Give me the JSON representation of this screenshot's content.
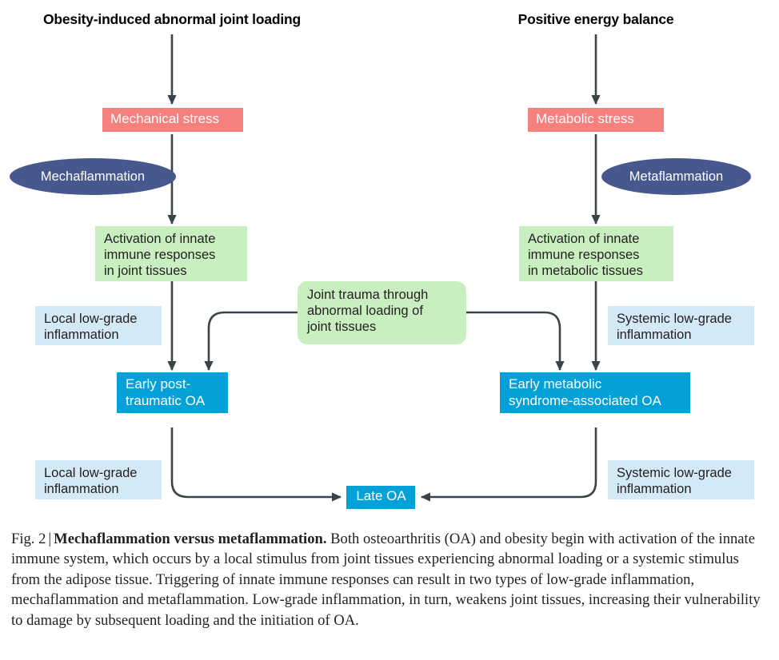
{
  "figure": {
    "headings": [
      {
        "id": "left-heading",
        "text": "Obesity-induced abnormal joint loading"
      },
      {
        "id": "right-heading",
        "text": "Positive energy balance"
      }
    ],
    "stress_boxes": [
      {
        "id": "mechanical-stress",
        "text": "Mechanical stress",
        "color": "#f4817e"
      },
      {
        "id": "metabolic-stress",
        "text": "Metabolic stress",
        "color": "#f4817e"
      }
    ],
    "ellipses": [
      {
        "id": "mechaflammation",
        "text": "Mechaflammation",
        "color": "#47588f"
      },
      {
        "id": "metaflammation",
        "text": "Metaflammation",
        "color": "#47588f"
      }
    ],
    "activation_boxes": [
      {
        "id": "activation-joint",
        "text": "Activation of innate\nimmune responses\nin joint tissues",
        "color": "#c9efc1"
      },
      {
        "id": "activation-metabolic",
        "text": "Activation of innate\nimmune responses\nin metabolic tissues",
        "color": "#c9efc1"
      }
    ],
    "trauma_box": {
      "id": "joint-trauma",
      "text": "Joint trauma through\nabnormal  loading of\njoint tissues",
      "color": "#c9efc1"
    },
    "inflammation_boxes": [
      {
        "id": "local-inflammation-upper",
        "text": "Local low-grade\ninflammation",
        "color": "#d3e9f6"
      },
      {
        "id": "systemic-inflammation-upper",
        "text": "Systemic low-grade\ninflammation",
        "color": "#d3e9f6"
      },
      {
        "id": "local-inflammation-lower",
        "text": "Local low-grade\ninflammation",
        "color": "#d3e9f6"
      },
      {
        "id": "systemic-inflammation-lower",
        "text": "Systemic low-grade\ninflammation",
        "color": "#d3e9f6"
      }
    ],
    "oa_boxes": [
      {
        "id": "early-post-traumatic-oa",
        "text": "Early post-\ntraumatic OA",
        "color": "#04a1d8"
      },
      {
        "id": "early-metabolic-oa",
        "text": "Early metabolic\nsyndrome-associated OA",
        "color": "#04a1d8"
      },
      {
        "id": "late-oa",
        "text": "Late OA",
        "color": "#04a1d8"
      }
    ],
    "arrow_color": "#3a4348"
  },
  "caption": {
    "fig_number": "Fig. 2",
    "separator": "|",
    "title": "Mechaflammation versus metaflammation.",
    "body": " Both osteoarthritis (OA) and obesity begin with activation of the innate immune system, which occurs by a local stimulus from joint tissues experiencing abnormal loading or a systemic stimulus from the adipose tissue. Triggering of innate immune responses can result in two types of low-grade inflammation, mechaflammation and metaflammation. Low-grade inflammation, in turn, weakens joint tissues, increasing their vulnerability to damage by subsequent loading and the initiation of OA."
  }
}
